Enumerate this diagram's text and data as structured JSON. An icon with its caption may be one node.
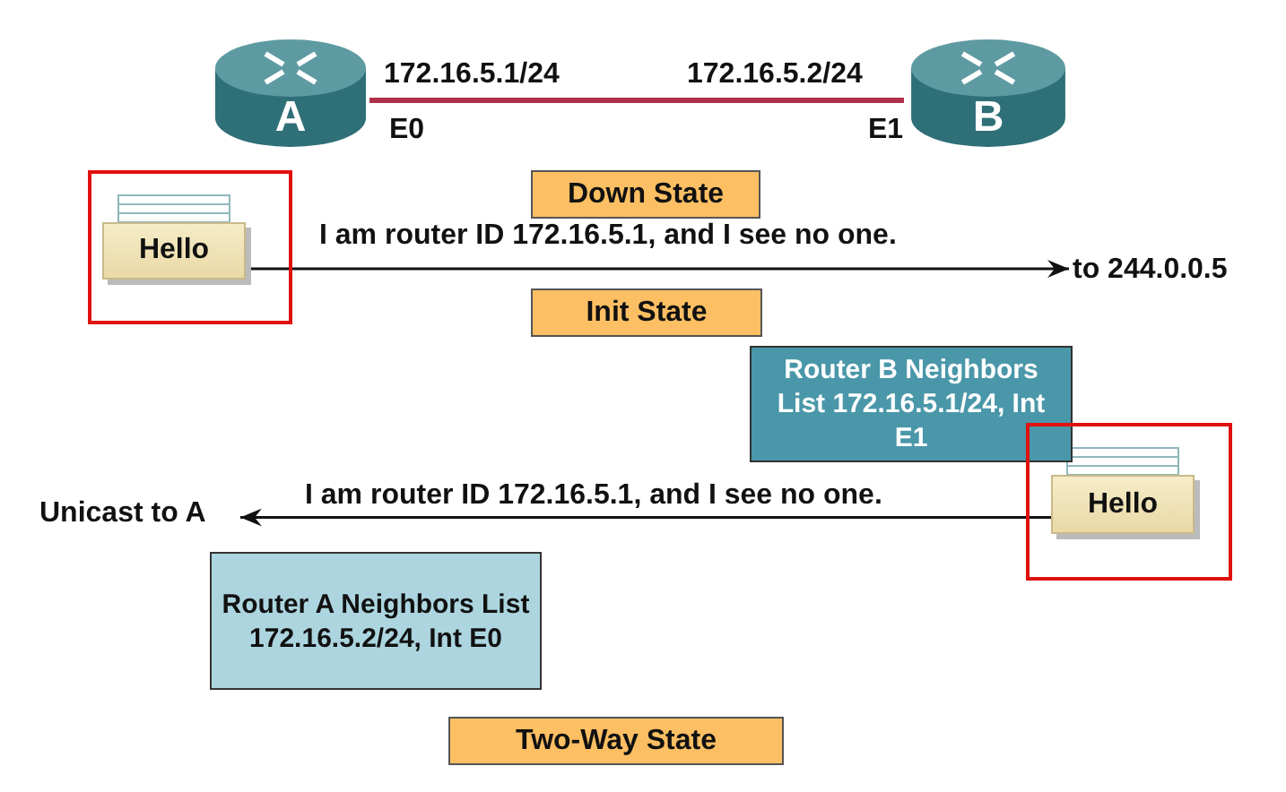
{
  "diagram": {
    "nodes": [
      {
        "text": [
          "A"
        ]
      },
      {
        "text": [
          "B"
        ]
      },
      {
        "text": [],
        "shape": "box"
      },
      {
        "text": [
          "Hello"
        ],
        "in": 2
      },
      {
        "text": [
          "Down State"
        ]
      },
      {
        "text": [
          "to 244.0.0.5"
        ]
      },
      {
        "text": [
          "Init State"
        ]
      },
      {
        "text": [
          "Router B Neighbors List 172.16.5.1/24, Int E1"
        ]
      },
      {
        "text": [],
        "shape": "box"
      },
      {
        "text": [
          "Hello"
        ],
        "in": 8
      },
      {
        "text": [
          "Unicast to A"
        ]
      },
      {
        "text": [
          "Router A Neighbors List 172.16.5.2/24, Int E0"
        ]
      },
      {
        "text": [
          "Two-Way State"
        ]
      }
    ],
    "edges": [
      {
        "from": 0,
        "to": 1,
        "arrow": "none",
        "style": "thick",
        "color": "#b0304a"
      },
      {
        "from": 3,
        "to": 5,
        "arrow": "to",
        "label": "I am router ID 172.16.5.1, and I see no one."
      },
      {
        "from": 9,
        "to": 10,
        "arrow": "to",
        "label": "I am router ID 172.16.5.1, and I see no one."
      }
    ],
    "labels": [
      "172.16.5.1/24",
      "172.16.5.2/24",
      "E0",
      "E1"
    ]
  }
}
